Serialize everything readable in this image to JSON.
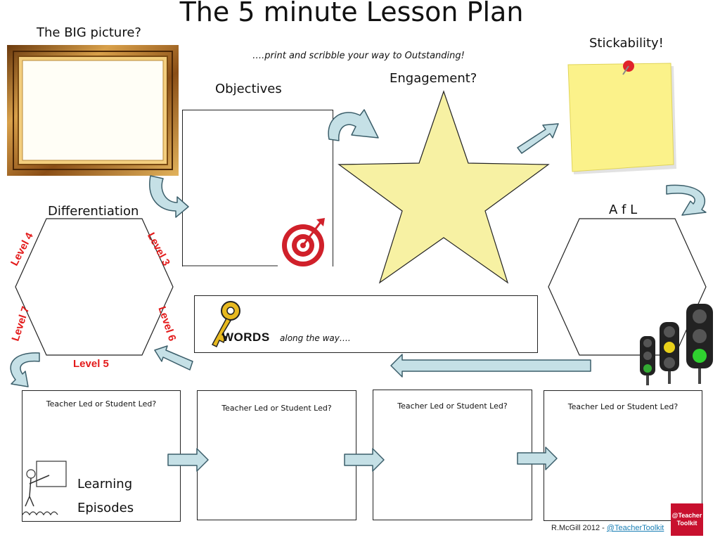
{
  "title": "The 5 minute Lesson Plan",
  "subtitle": "….print and scribble your way to Outstanding!",
  "labels": {
    "big_picture": "The BIG picture?",
    "objectives": "Objectives",
    "engagement": "Engagement?",
    "stickability": "Stickability!",
    "differentiation": "Differentiation",
    "afl": "A f L",
    "learning": "Learning",
    "episodes": "Episodes"
  },
  "levels": {
    "l3": "Level 3",
    "l4": "Level 4",
    "l5": "Level 5",
    "l6": "Level 6",
    "l7": "Level 7"
  },
  "words": {
    "key_text": "WORDS",
    "along": "along the way…."
  },
  "episodes": [
    {
      "question": "Teacher Led or Student Led?"
    },
    {
      "question": "Teacher Led or Student Led?"
    },
    {
      "question": "Teacher Led or Student Led?"
    },
    {
      "question": "Teacher Led or Student Led?"
    }
  ],
  "credit": {
    "author": "R.McGill 2012 - ",
    "handle": "@TeacherToolkit",
    "logo_text": "@Teacher Toolkit"
  },
  "colors": {
    "arrow_fill": "#c5e0e6",
    "arrow_stroke": "#3b5e6a",
    "star": "#f7f1a3",
    "sticky": "#fbf28a",
    "level_red": "#e31b1b",
    "logo_red": "#c8102e"
  },
  "icons": [
    "picture-frame-icon",
    "target-icon",
    "star-shape",
    "sticky-note-icon",
    "key-icon",
    "traffic-light-icon",
    "teacher-drawing-icon",
    "teacher-toolkit-logo"
  ]
}
